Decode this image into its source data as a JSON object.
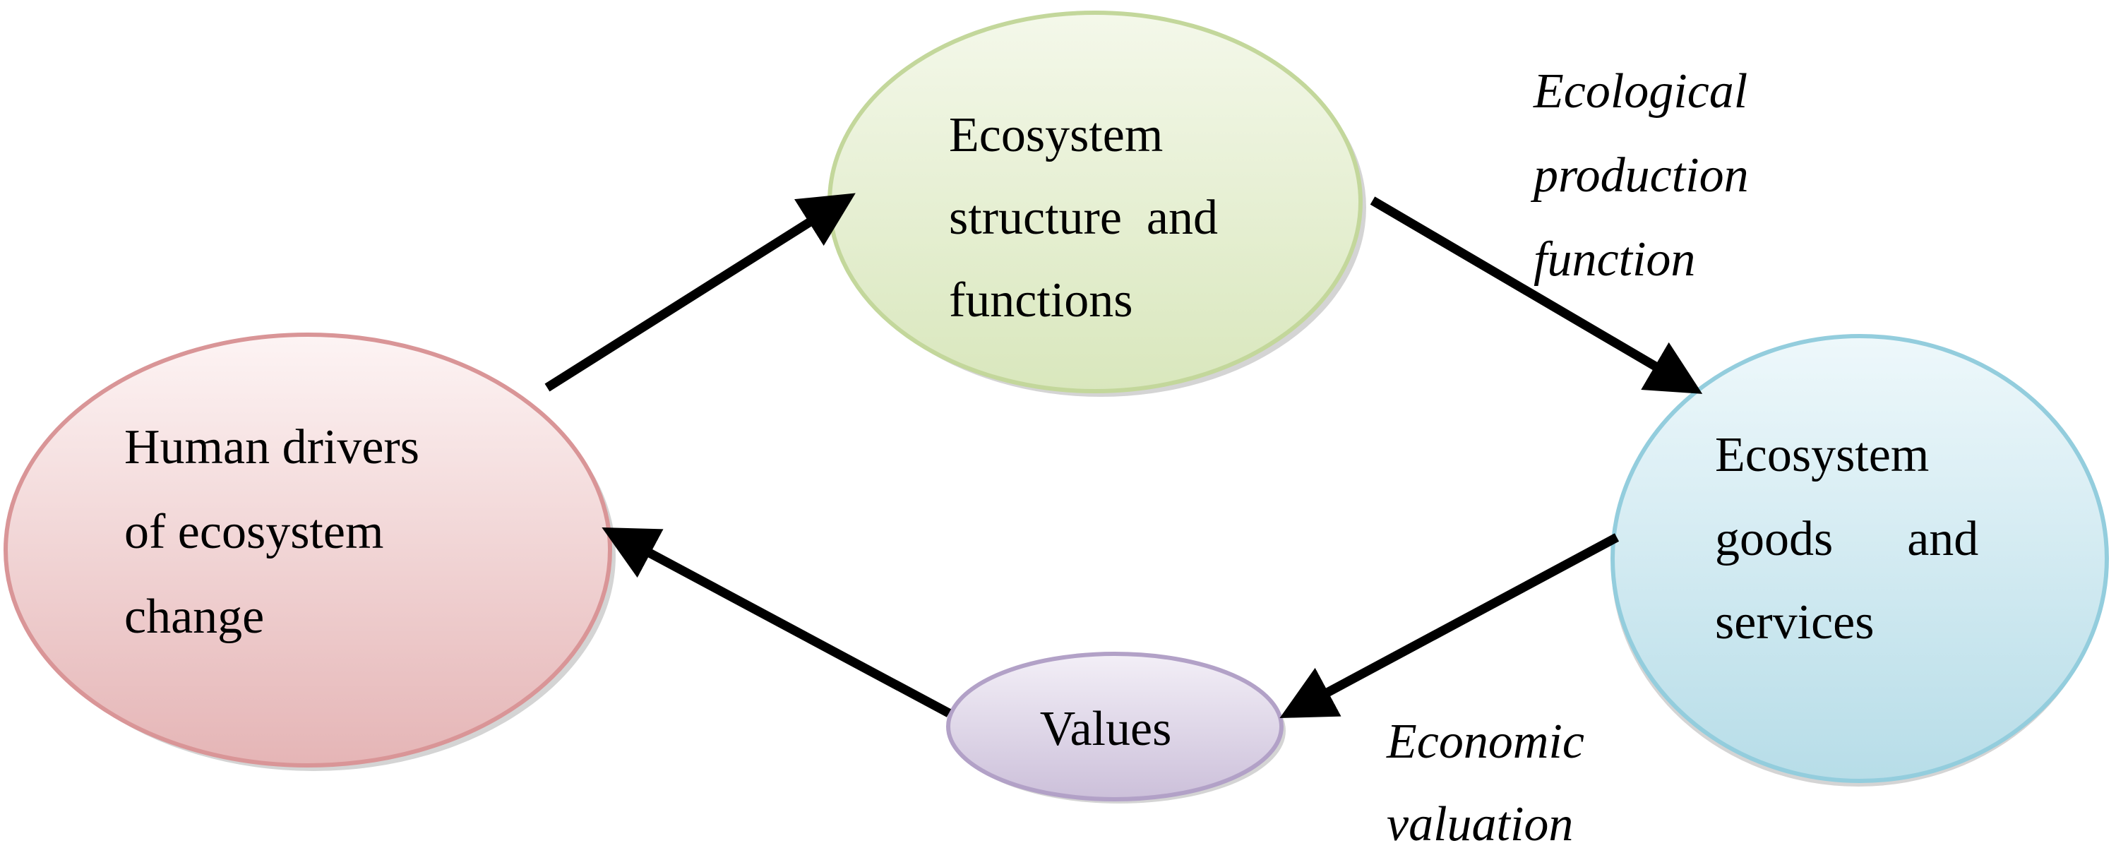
{
  "nodes": {
    "human_drivers": {
      "lines": [
        "Human drivers",
        "of ecosystem",
        "change"
      ],
      "stroke": "#d99597",
      "fill_top": "#fdf4f4",
      "fill_bottom": "#e5b5b6"
    },
    "ecosystem_structure": {
      "lines": [
        "Ecosystem",
        "structure  and",
        "functions"
      ],
      "stroke": "#c3d79b",
      "fill_top": "#f4f8ea",
      "fill_bottom": "#d9e7bd"
    },
    "ecosystem_goods": {
      "lines": [
        "Ecosystem",
        "goods      and",
        "services"
      ],
      "stroke": "#93cddd",
      "fill_top": "#eef8fb",
      "fill_bottom": "#b7dde8"
    },
    "values": {
      "label": "Values",
      "stroke": "#b2a1c7",
      "fill_top": "#f3eff7",
      "fill_bottom": "#ccc0da"
    }
  },
  "edge_labels": {
    "ecological_production_function": [
      "Ecological",
      "production",
      "function"
    ],
    "economic_valuation": [
      "Economic",
      "valuation"
    ]
  },
  "arrow_color": "#000000"
}
